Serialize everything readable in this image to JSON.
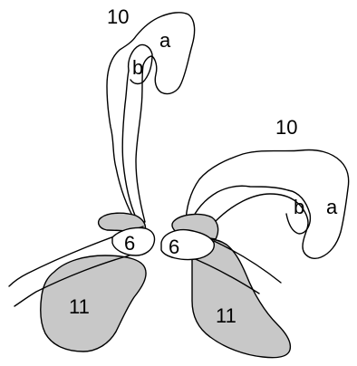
{
  "colors": {
    "outline": "#000000",
    "shaded": "#c8c8c8",
    "background": "#ffffff"
  },
  "labels": {
    "left_structure": "10",
    "left_lobe_a": "a",
    "left_lobe_b": "b",
    "right_structure": "10",
    "right_lobe_a": "a",
    "right_lobe_b": "b",
    "left_center": "6",
    "right_center": "6",
    "left_shaded": "11",
    "right_shaded": "11"
  }
}
